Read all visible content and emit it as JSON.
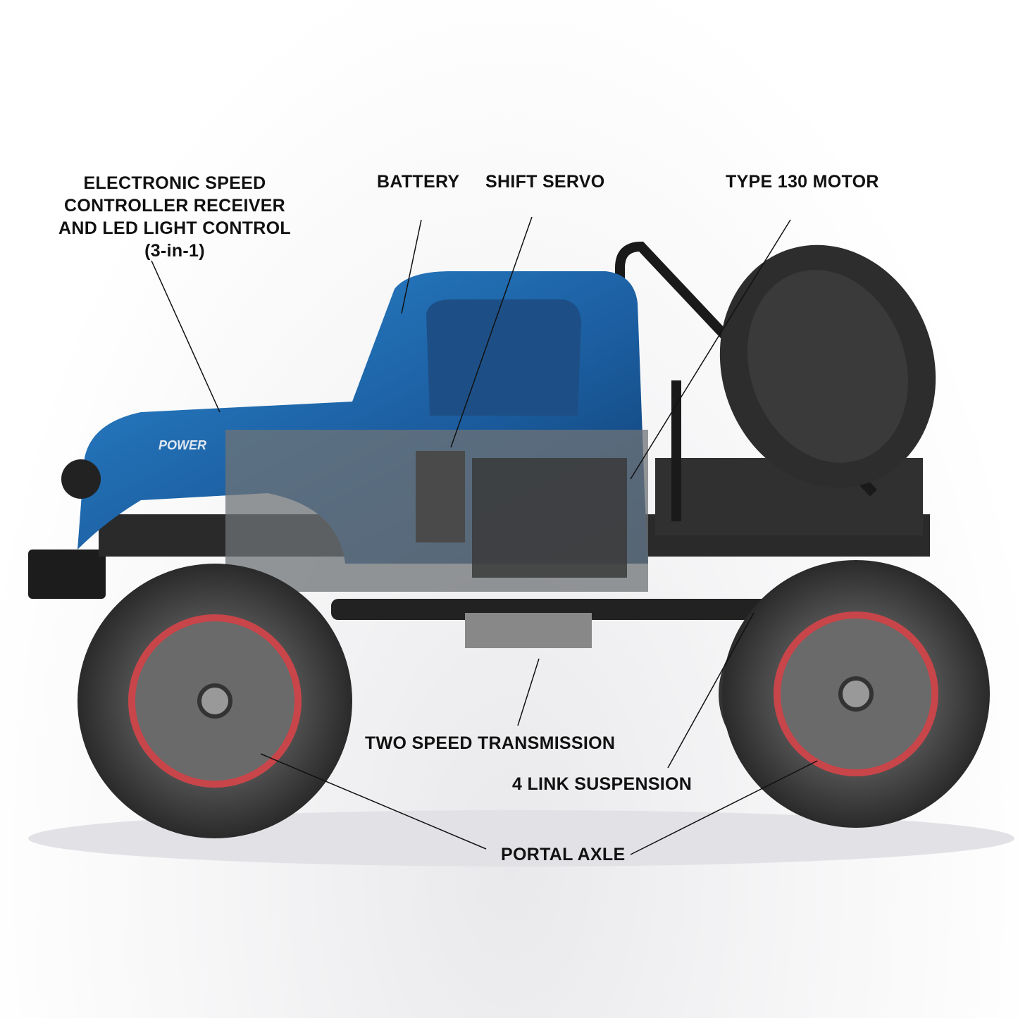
{
  "callouts": {
    "esc": [
      "ELECTRONIC SPEED",
      "CONTROLLER RECEIVER",
      "AND LED LIGHT CONTROL",
      "(3-in-1)"
    ],
    "battery": "BATTERY",
    "shift_servo": "SHIFT SERVO",
    "motor": "TYPE 130 MOTOR",
    "transmission": "TWO SPEED TRANSMISSION",
    "suspension": "4 LINK SUSPENSION",
    "portal_axle": "PORTAL AXLE"
  },
  "truck": {
    "hood_badge": "POWER",
    "body_color": "#1f6fb5",
    "rim_color": "#c8454a"
  }
}
